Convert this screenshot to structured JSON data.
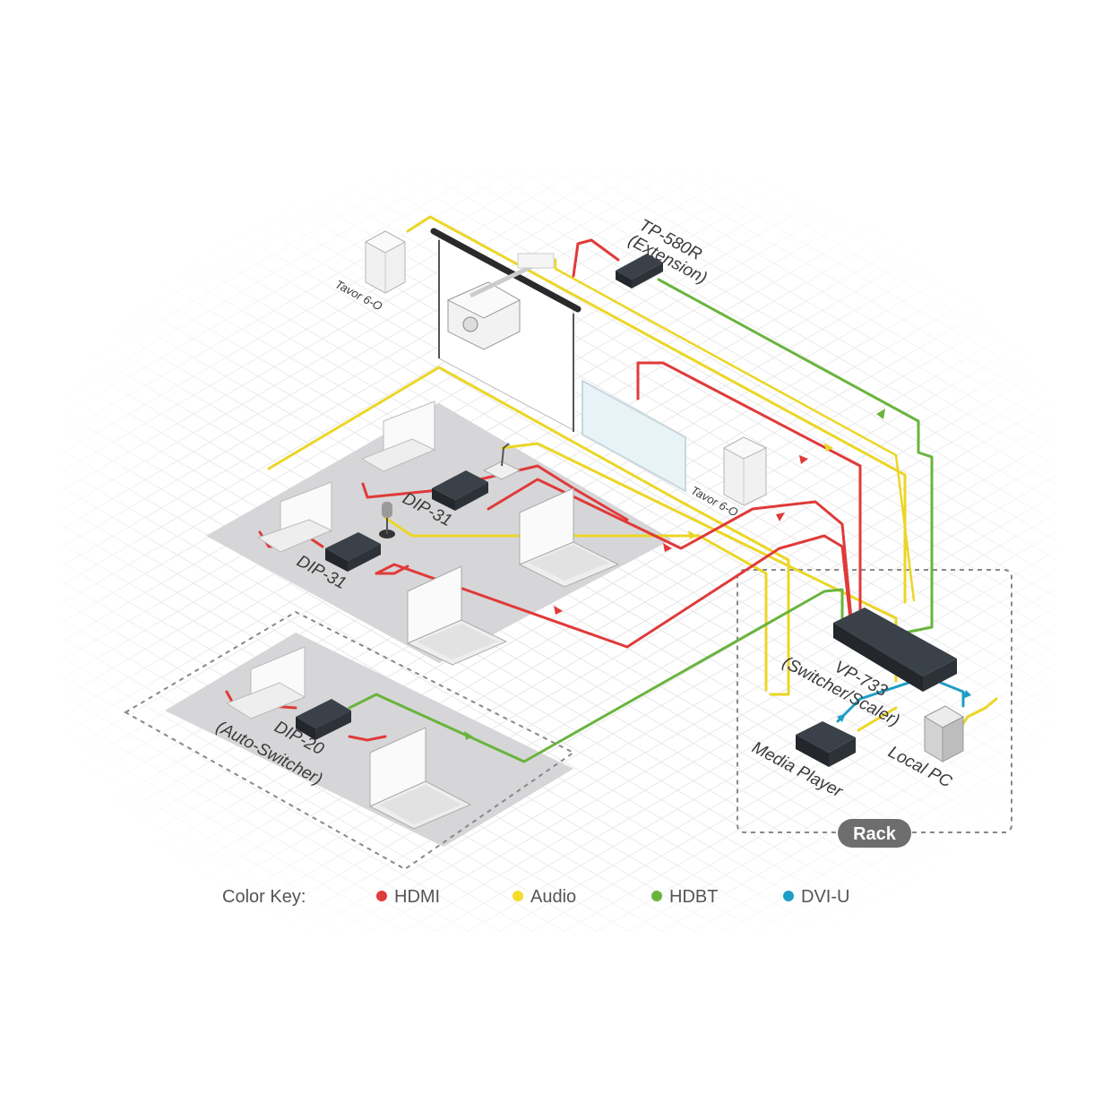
{
  "labels": {
    "tp580r_line1": "TP-580R",
    "tp580r_line2": "(Extension)",
    "tavor_top": "Tavor 6-O",
    "tavor_right": "Tavor 6-O",
    "dip31_upper": "DIP-31",
    "dip31_lower": "DIP-31",
    "dip20_line1": "DIP-20",
    "dip20_line2": "(Auto-Switcher)",
    "vp733_line1": "VP-733",
    "vp733_line2": "(Switcher/Scaler)",
    "media_player": "Media Player",
    "local_pc": "Local PC",
    "rack": "Rack"
  },
  "color_key": {
    "title": "Color Key:",
    "items": [
      {
        "label": "HDMI",
        "color": "#e03a3a"
      },
      {
        "label": "Audio",
        "color": "#f2dd2a"
      },
      {
        "label": "HDBT",
        "color": "#6ab43e"
      },
      {
        "label": "DVI-U",
        "color": "#1e9ec4"
      }
    ]
  },
  "colors": {
    "hdmi": "#e03a3a",
    "audio": "#ebd626",
    "hdbt": "#6ab43e",
    "dviu": "#1e9ec4",
    "floor": "#d7d7d9",
    "device": "#2d3238"
  }
}
